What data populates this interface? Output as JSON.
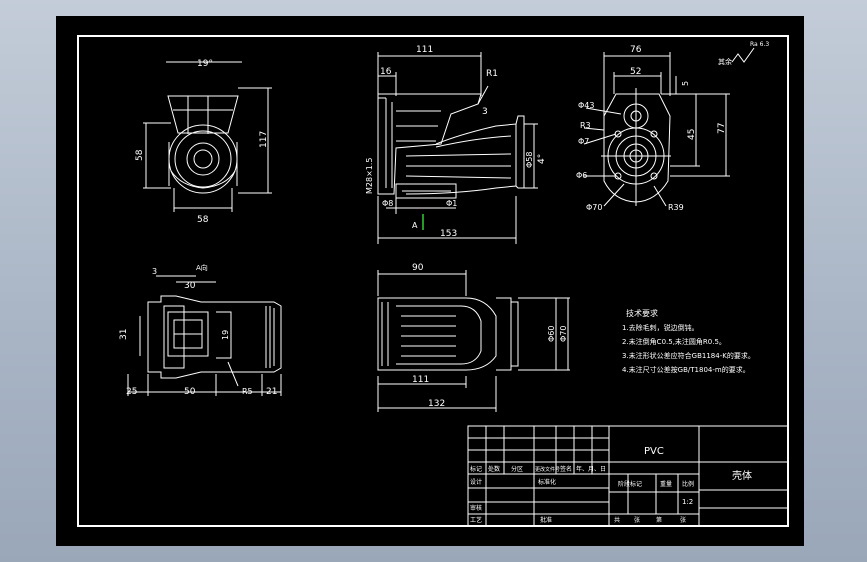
{
  "top_view": {
    "angle": "19°",
    "width": "58",
    "height_left": "58",
    "height_right": "117"
  },
  "front_view": {
    "overall_top": "111",
    "offset_top": "16",
    "fillet_top": "R1",
    "slope_mark": "3",
    "dia_left": "M28×1.5",
    "dia_right": "Φ58",
    "taper": "4°",
    "dia_bottom_left": "Φ8",
    "dia_bottom_right": "Φ1",
    "overall_bottom": "153",
    "section_mark": "A"
  },
  "side_view": {
    "width_outer": "76",
    "width_inner": "52",
    "gap": "5",
    "dia_top": "Φ43",
    "r_left": "R3",
    "dia_small": "Φ7",
    "height_inner": "45",
    "height_outer": "77",
    "dia_bolt": "Φ6",
    "dia_base": "Φ70",
    "r_base": "R39",
    "roughness_label": "其余",
    "roughness_value": "Ra 6.3"
  },
  "section_view": {
    "section_label": "A向",
    "gap": "3",
    "width_top": "30",
    "height_left": "31",
    "inner": "19",
    "offset_bottom_left": "25",
    "width_bottom": "50",
    "fillet": "R5",
    "offset_bottom_right": "21"
  },
  "bottom_view": {
    "width_top": "90",
    "dia_inner": "Φ60",
    "dia_outer": "Φ70",
    "width_mid": "111",
    "width_bottom": "132"
  },
  "notes": {
    "title": "技术要求",
    "items": [
      "1.去除毛刺，锐边倒钝。",
      "2.未注倒角C0.5,未注圆角R0.5。",
      "3.未注形状公差应符合GB1184-K的要求。",
      "4.未注尺寸公差按GB/T1804-m的要求。"
    ]
  },
  "title_block": {
    "material": "PVC",
    "part_name": "壳体",
    "row_marks": [
      "标记",
      "处数",
      "分区",
      "更改文件号",
      "签名",
      "年、月、日"
    ],
    "row_design": "设计",
    "row_std": "标准化",
    "row_check": "审核",
    "row_process": "工艺",
    "row_approve": "批准",
    "stage_mark": "阶段标记",
    "weight": "重量",
    "scale_label": "比例",
    "scale": "1:2",
    "sheet_total": "共",
    "sheet_word": "张",
    "sheet_num": "第",
    "sheet_word2": "张"
  }
}
